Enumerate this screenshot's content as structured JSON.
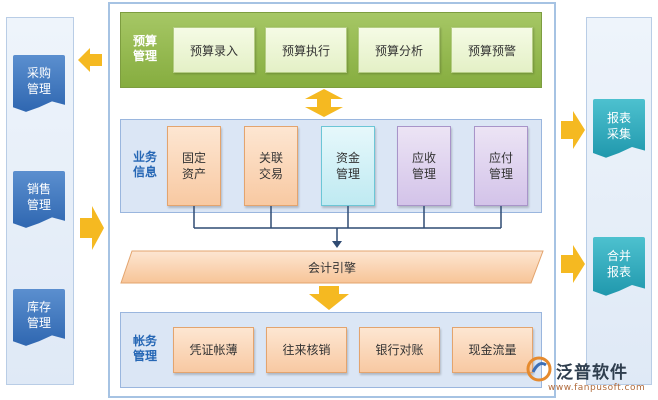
{
  "left_panel": {
    "items": [
      {
        "label": "采购\n管理"
      },
      {
        "label": "销售\n管理"
      },
      {
        "label": "库存\n管理"
      }
    ]
  },
  "right_panel": {
    "items": [
      {
        "label": "报表\n采集"
      },
      {
        "label": "合并\n报表"
      }
    ]
  },
  "budget": {
    "label": "预算\n管理",
    "buttons": [
      "预算录入",
      "预算执行",
      "预算分析",
      "预算预警"
    ]
  },
  "business": {
    "label": "业务\n信息",
    "boxes": [
      {
        "label": "固定\n资产",
        "style": "orange"
      },
      {
        "label": "关联\n交易",
        "style": "orange"
      },
      {
        "label": "资金\n管理",
        "style": "cyan"
      },
      {
        "label": "应收\n管理",
        "style": "purple"
      },
      {
        "label": "应付\n管理",
        "style": "purple"
      }
    ]
  },
  "engine": {
    "label": "会计引擎"
  },
  "accounts": {
    "label": "帐务\n管理",
    "boxes": [
      "凭证帐薄",
      "往来核销",
      "银行对账",
      "现金流量"
    ]
  },
  "logo": {
    "name": "泛普软件",
    "url": "www.fanpusoft.com"
  },
  "colors": {
    "arrow": "#f5b921",
    "section_label_blue": "#2667b5",
    "section_label_green": "#ffffff",
    "connector": "#2f4b73"
  }
}
